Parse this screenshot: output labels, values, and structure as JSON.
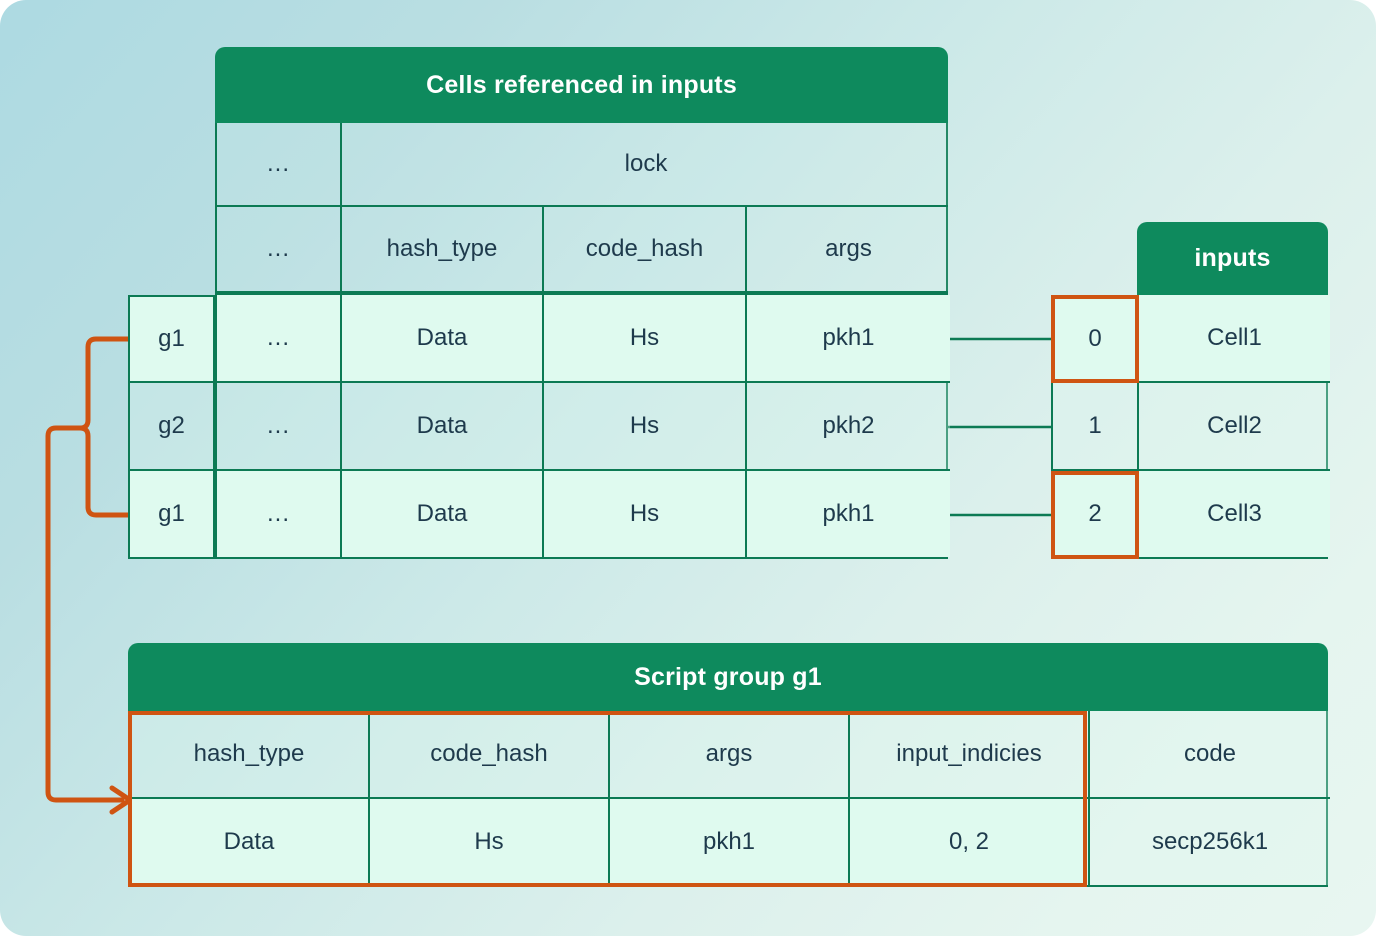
{
  "theme": {
    "header_green": "#0e8a5d",
    "border_green": "#0c7a54",
    "highlight_orange": "#cf5412",
    "text_dark": "#1e3a4c",
    "row_light": "#dffaef",
    "bg_from": "#addae2",
    "bg_to": "#e8f6f1"
  },
  "cells_table": {
    "title": "Cells referenced in inputs",
    "lock_label": "lock",
    "ellipsis": "...",
    "columns": [
      "...",
      "hash_type",
      "code_hash",
      "args"
    ],
    "group_labels": [
      "g1",
      "g2",
      "g1"
    ],
    "rows": [
      {
        "group": "g1",
        "dots": "...",
        "hash_type": "Data",
        "code_hash": "Hs",
        "args": "pkh1"
      },
      {
        "group": "g2",
        "dots": "...",
        "hash_type": "Data",
        "code_hash": "Hs",
        "args": "pkh2"
      },
      {
        "group": "g1",
        "dots": "...",
        "hash_type": "Data",
        "code_hash": "Hs",
        "args": "pkh1"
      }
    ]
  },
  "inputs_table": {
    "title": "inputs",
    "rows": [
      {
        "index": "0",
        "cell": "Cell1",
        "highlighted": true
      },
      {
        "index": "1",
        "cell": "Cell2",
        "highlighted": false
      },
      {
        "index": "2",
        "cell": "Cell3",
        "highlighted": true
      }
    ]
  },
  "script_group_table": {
    "title": "Script group g1",
    "columns": [
      "hash_type",
      "code_hash",
      "args",
      "input_indicies",
      "code"
    ],
    "values": [
      "Data",
      "Hs",
      "pkh1",
      "0, 2",
      "secp256k1"
    ]
  },
  "annotations": {
    "arrow_label": "group-link-arrow"
  }
}
